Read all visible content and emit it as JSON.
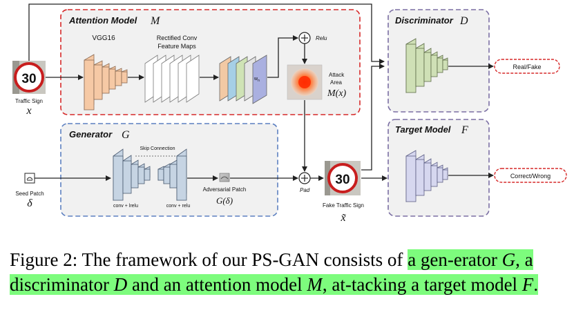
{
  "diagram": {
    "attention": {
      "title": "Attention Model",
      "symbol": "M",
      "vgg_label": "VGG16",
      "rect_label_line1": "Rectified Conv",
      "rect_label_line2": "Feature Maps",
      "weight_label": "w",
      "weight_sub": "n",
      "relu_label": "Relu",
      "attack_line1": "Attack",
      "attack_line2": "Area",
      "attack_math": "M(x)"
    },
    "input": {
      "sign_number": "30",
      "label": "Traffic Sign",
      "math": "x"
    },
    "seed": {
      "label": "Seed Patch",
      "math": "δ"
    },
    "generator": {
      "title": "Generator",
      "symbol": "G",
      "skip_label": "Skip Connection",
      "conv_left": "conv + lrelu",
      "conv_right": "conv + relu",
      "patch_label": "Adversarial Patch",
      "patch_math": "G(δ)"
    },
    "pad_label": "Pad",
    "fake": {
      "sign_number": "30",
      "label": "Fake Traffic Sign",
      "math": "x̃"
    },
    "discriminator": {
      "title": "Discriminator",
      "symbol": "D",
      "output": "Real/Fake"
    },
    "target": {
      "title": "Target Model",
      "symbol": "F",
      "output": "Correct/Wrong"
    },
    "colors": {
      "attention_border": "#d62828",
      "generator_border": "#5b7fc0",
      "discriminator_border": "#7a6ea3",
      "output_border": "#d62828",
      "highlight": "#7dfc7d"
    }
  },
  "caption": {
    "prefix": "Figure 2: The framework of our PS-GAN consists of ",
    "hl1": "a gen-erator",
    "g": "G",
    "hl2": ", a discriminator",
    "d": "D",
    "hl3": "and an attention model",
    "m": "M",
    "hl4": ", at-tacking a target model",
    "f": "F",
    "end": "."
  }
}
